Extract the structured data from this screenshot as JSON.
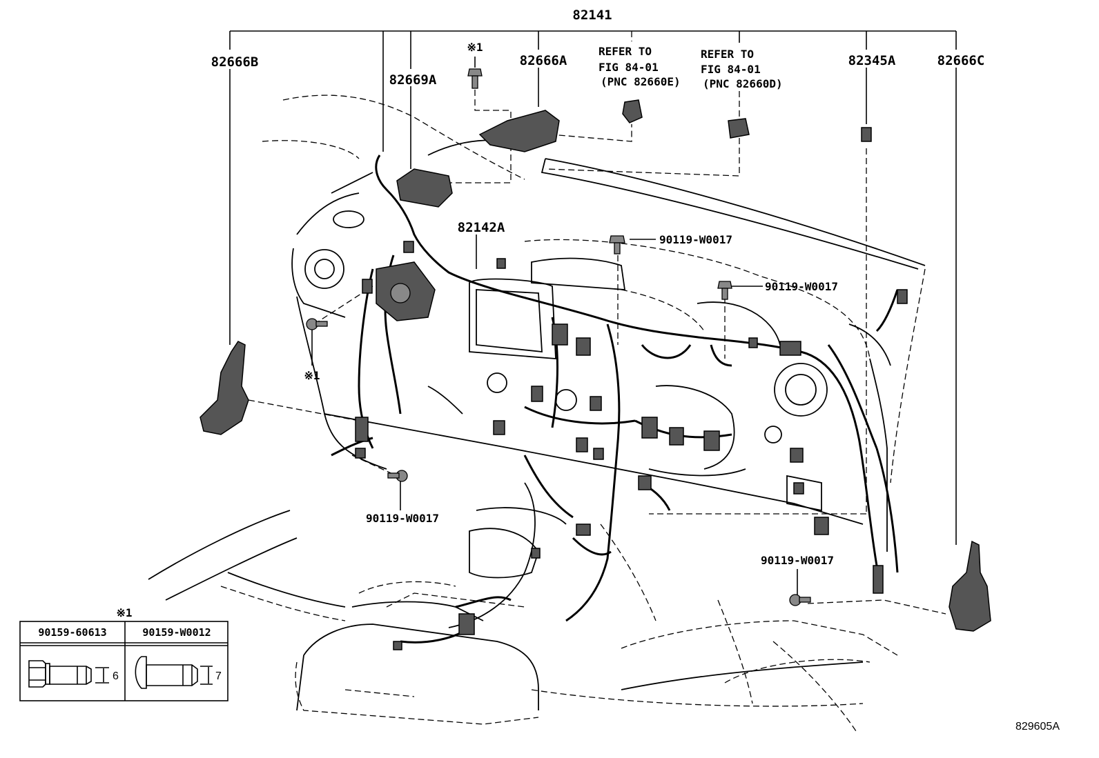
{
  "labels": {
    "main_harness": "82141",
    "conn_b": "82666B",
    "conn_669a": "82669A",
    "conn_666a": "82666A",
    "conn_345a": "82345A",
    "conn_666c": "82666C",
    "harness_142a": "82142A",
    "bolt_top": "90119-W0017",
    "bolt_right": "90119-W0017",
    "bolt_bottom_left": "90119-W0017",
    "bolt_bottom_right": "90119-W0017",
    "note_top": "※1",
    "note_left": "※1",
    "note_table": "※1"
  },
  "refer_e": {
    "line1": "REFER TO",
    "line2": "FIG 84-01",
    "line3": "(PNC 82660E)"
  },
  "refer_d": {
    "line1": "REFER TO",
    "line2": "FIG 84-01",
    "line3": "(PNC 82660D)"
  },
  "bolt_table": {
    "col1": "90159-60613",
    "col2": "90159-W0012",
    "dim1": "6",
    "dim2": "7"
  },
  "figure_id": "829605A"
}
